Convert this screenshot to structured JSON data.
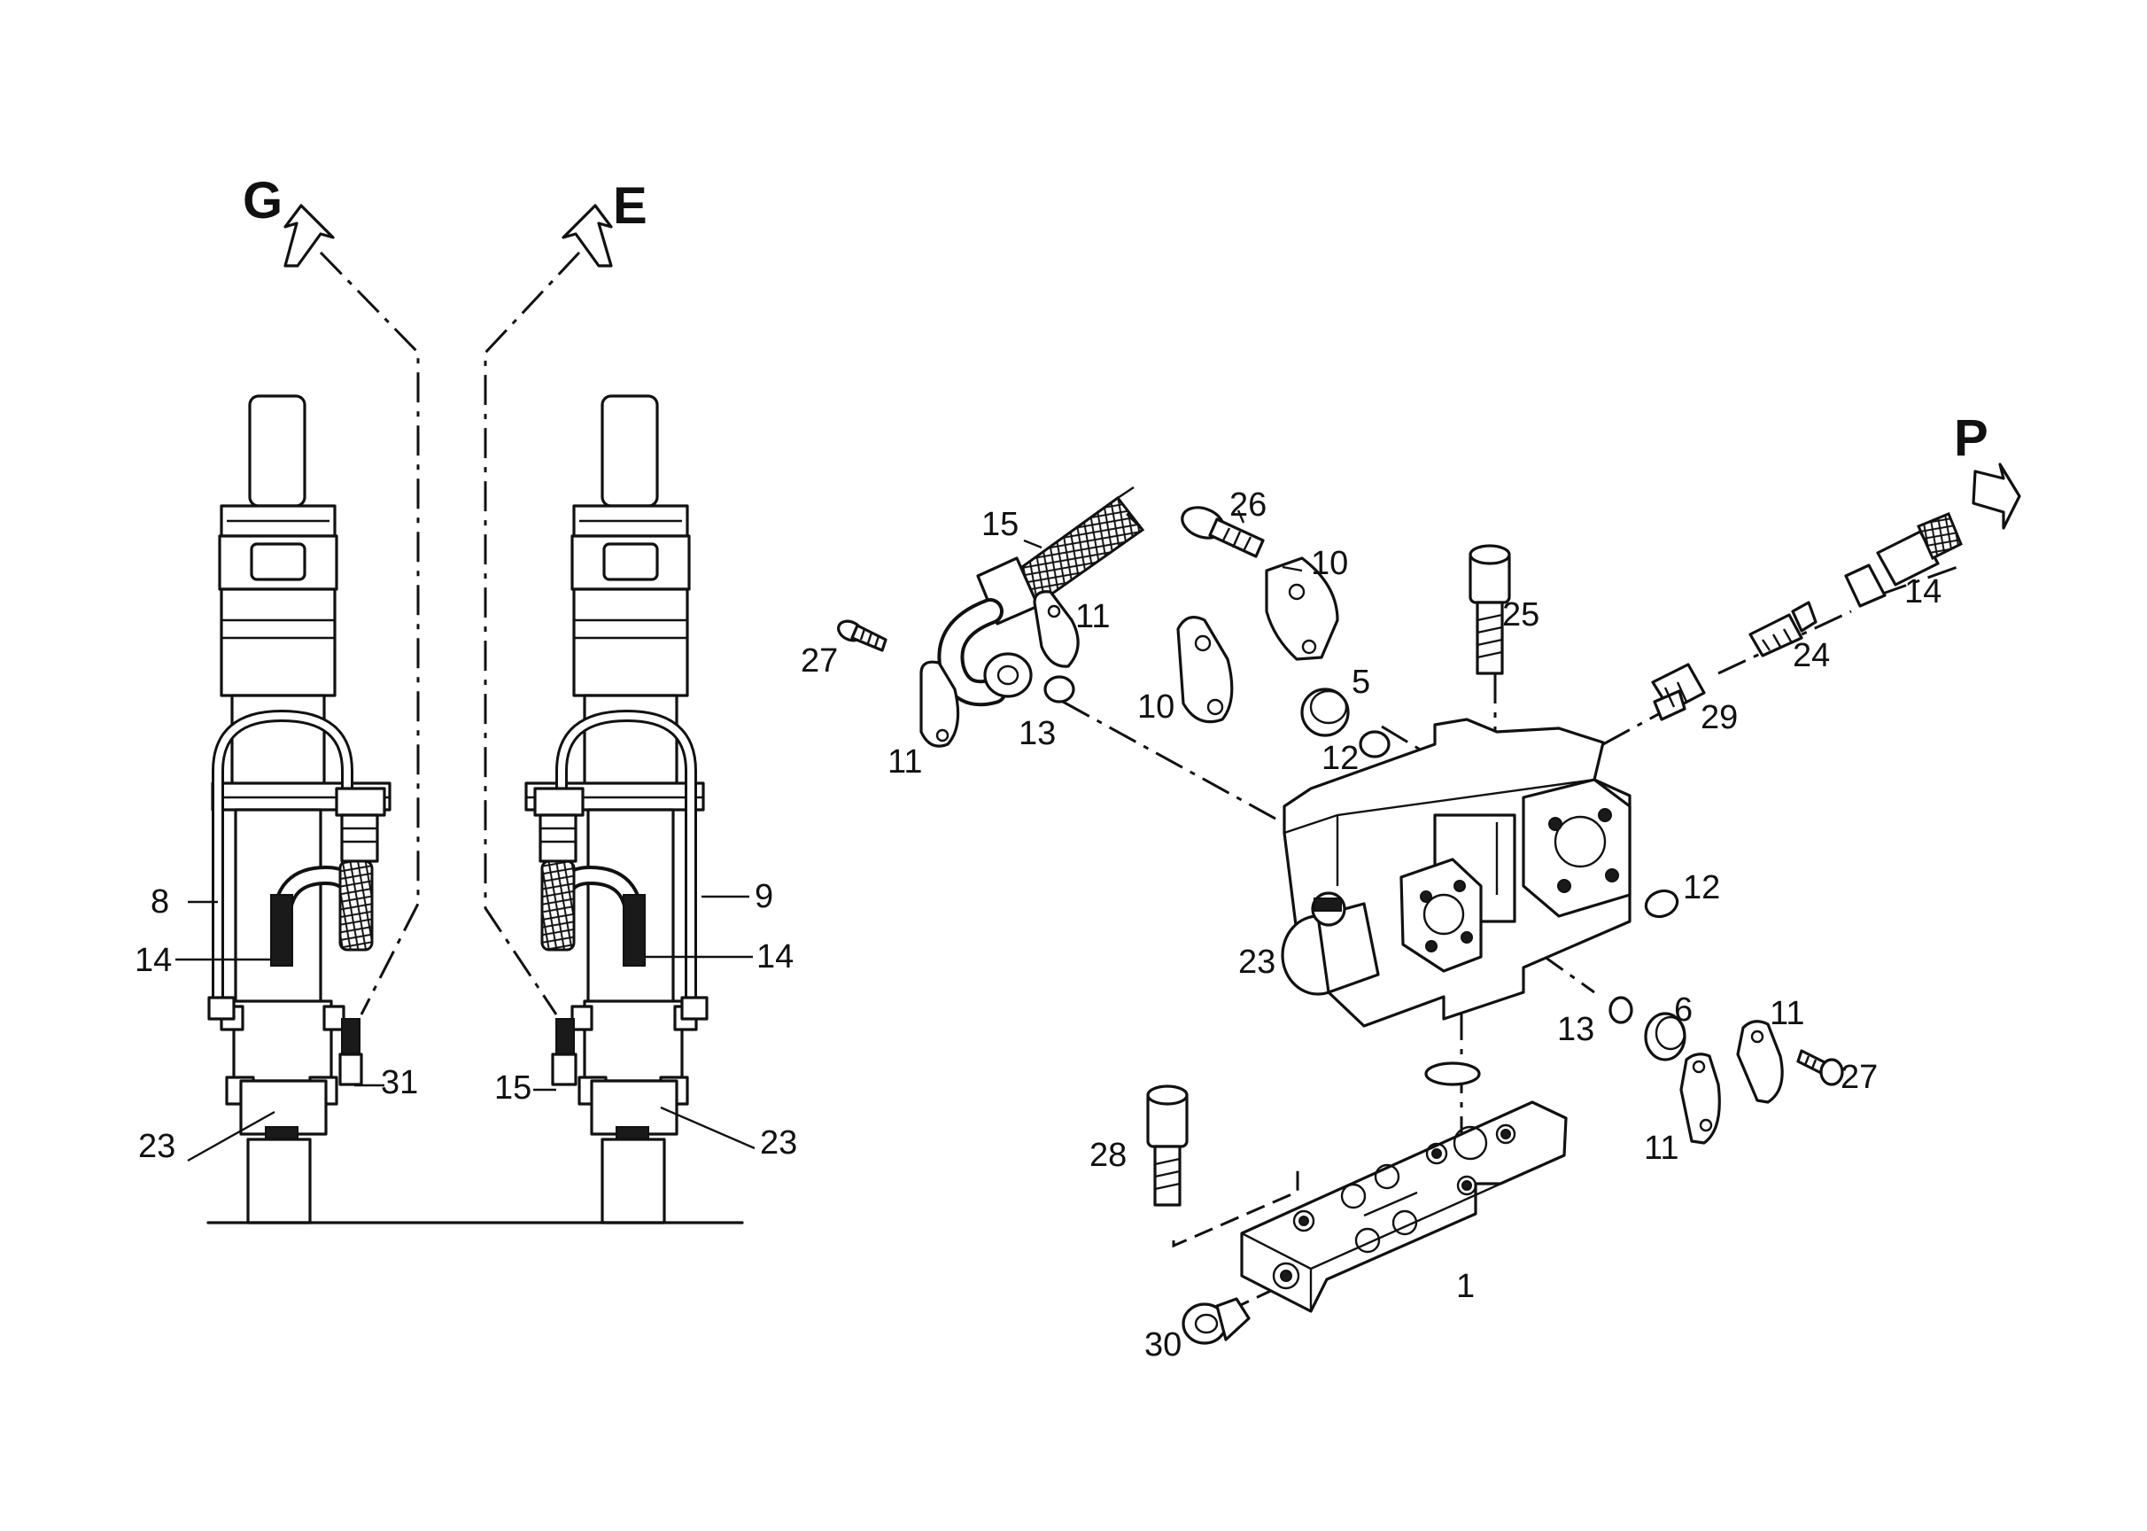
{
  "ports": {
    "g": "G",
    "e": "E",
    "p": "P"
  },
  "callouts": {
    "left": {
      "c8": "8",
      "c14": "14",
      "c31": "31",
      "c23": "23"
    },
    "middle": {
      "c9": "9",
      "c14": "14",
      "c15": "15",
      "c23": "23"
    },
    "exploded": {
      "c15": "15",
      "c26": "26",
      "c10a": "10",
      "c11a": "11",
      "c27a": "27",
      "c11b": "11",
      "c13a": "13",
      "c10b": "10",
      "c5": "5",
      "c12a": "12",
      "c25": "25",
      "c14": "14",
      "c24": "24",
      "c29": "29",
      "c12b": "12",
      "c23": "23",
      "c13b": "13",
      "c6": "6",
      "c11c": "11",
      "c27b": "27",
      "c11d": "11",
      "c28": "28",
      "c1": "1",
      "c30": "30"
    }
  }
}
